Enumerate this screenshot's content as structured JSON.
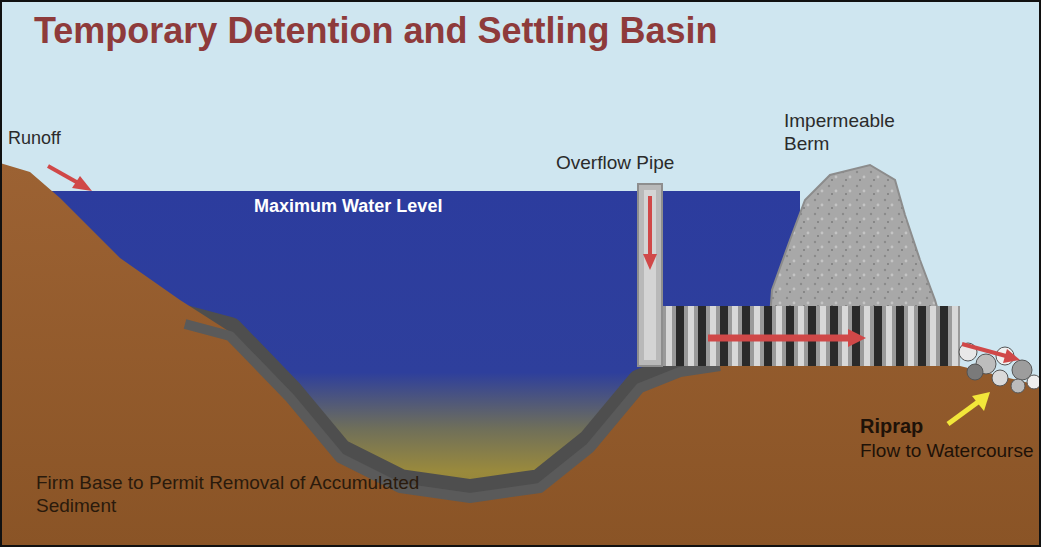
{
  "diagram": {
    "title": "Temporary Detention and Settling Basin",
    "labels": [
      "Runoff",
      "Maximum Water Level",
      "Overflow Pipe",
      "Impermeable Berm",
      "Riprap",
      "Flow to Watercourse",
      "Firm Base to Permit Removal of Accumulated Sediment"
    ]
  }
}
